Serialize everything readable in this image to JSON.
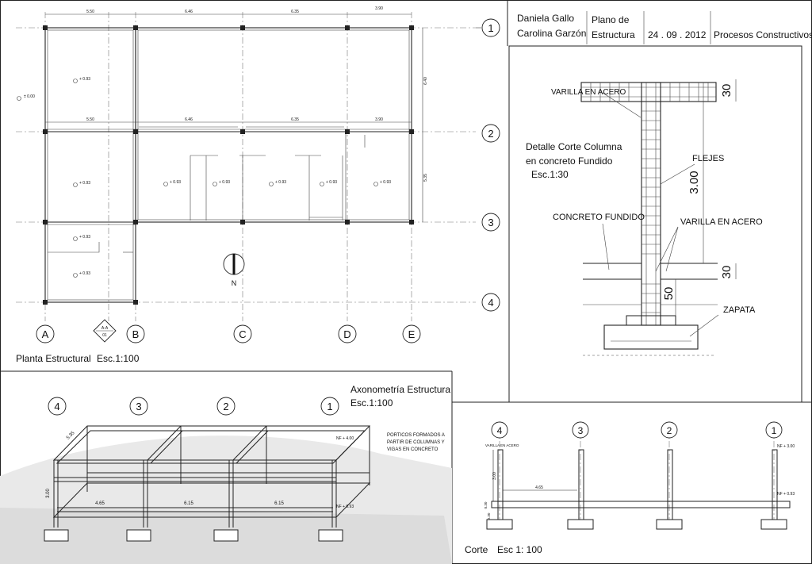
{
  "title_block": {
    "authors": [
      "Daniela Gallo",
      "Carolina Garzón"
    ],
    "plan_title": [
      "Plano de",
      "Estructura"
    ],
    "date": "24 . 09 . 2012",
    "course": "Procesos Constructivos"
  },
  "plan": {
    "title": "Planta Estructural",
    "scale": "Esc.1:100",
    "row_axes": [
      "1",
      "2",
      "3",
      "4"
    ],
    "col_axes": [
      "A",
      "B",
      "C",
      "D",
      "E"
    ],
    "dims_top": [
      "5.50",
      "6.46",
      "6.35",
      "3.90"
    ],
    "dims_mid": [
      "5.50",
      "6.46",
      "6.35",
      "3.90"
    ],
    "dims_right": [
      "6.40",
      "5.35"
    ],
    "level_outside": "± 0.00",
    "level": "+ 0.93",
    "section_mark": [
      "A-A",
      "01"
    ],
    "north": "N"
  },
  "detail": {
    "title": [
      "Detalle Corte Columna",
      "en concreto Fundido",
      "Esc.1:30"
    ],
    "labels": {
      "rebar_top": "VARILLA EN ACERO",
      "stirrups": "FLEJES",
      "concrete": "CONCRETO FUNDIDO",
      "rebar": "VARILLA EN ACERO",
      "footing": "ZAPATA"
    },
    "dims": {
      "height": "3.00",
      "top": "30",
      "slab": "30",
      "base": "50"
    }
  },
  "axo": {
    "title": "Axonometría Estructura",
    "scale": "Esc.1:100",
    "axes": [
      "4",
      "3",
      "2",
      "1"
    ],
    "note": [
      "PORTICOS FORMADOS A",
      "PARTIR DE COLUMNAS Y",
      "VIGAS EN CONCRETO"
    ],
    "dims": [
      "4.65",
      "6.15",
      "6.15"
    ],
    "height": "3.00",
    "depth": "5.35",
    "levels": [
      "NF + 4.00",
      "NF + 0.93"
    ]
  },
  "section": {
    "title": "Corte",
    "scale": "Esc 1: 100",
    "axes": [
      "4",
      "3",
      "2",
      "1"
    ],
    "labels": {
      "rebar": "VARILLA EN ACERO",
      "height": "3.00",
      "span": "4.65",
      "base": "0.30",
      "base2": "0.30"
    },
    "levels": [
      "NF + 3.00",
      "NF + 0.93"
    ]
  }
}
